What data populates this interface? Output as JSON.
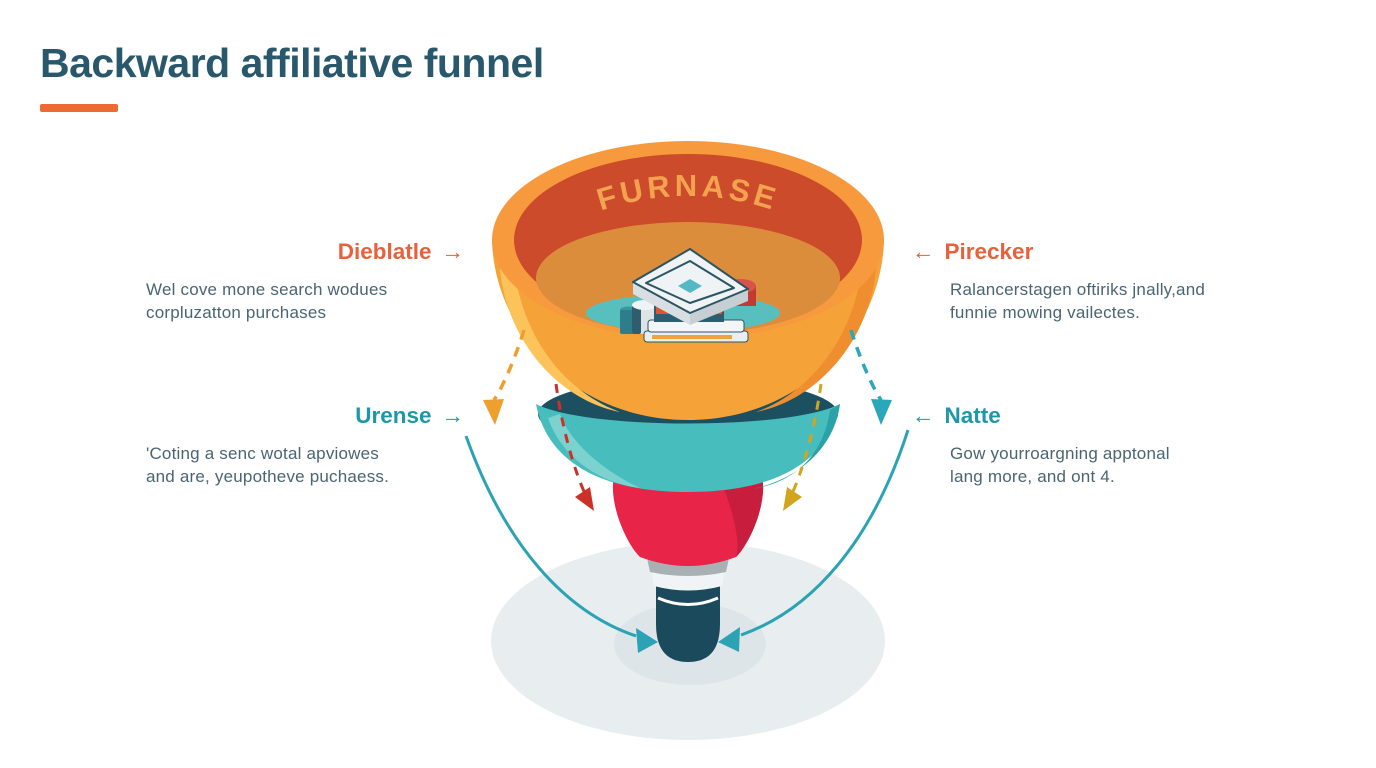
{
  "header": {
    "title": "Backward affiliative funnel",
    "title_color": "#29586C",
    "accent_bar_color": "#EE6A33"
  },
  "funnel": {
    "label": "FURNASE",
    "colors": {
      "bowl_orange": "#F5A238",
      "bowl_rim": "#F79A3E",
      "inner_dark": "#CB4B2A",
      "inner_mid": "#DC8D3C",
      "pool_teal": "#58BFBF",
      "band_dark": "#1C4F60",
      "bowl_teal": "#47BDBE",
      "cone_red": "#E82449",
      "ring_gray": "#A9B0B4",
      "spout_dark": "#1C4A5D",
      "shadow": "#E8EDEF",
      "shadow_inner": "#DEE5E8",
      "label_color": "#F3A350"
    },
    "arrows": {
      "solid_teal": "#2BA3B5",
      "dashed_orange": "#EDA02F",
      "dashed_red": "#CC3128",
      "dashed_amber": "#D2A51F",
      "dashed_teal": "#2AA7B8"
    }
  },
  "callouts": [
    {
      "id": "dieblatle",
      "heading": "Dieblatle",
      "arrow": "→",
      "color": "#E8603C",
      "body": [
        "Wel cove mone search wodues",
        "corpluzatton purchases"
      ]
    },
    {
      "id": "pirecker",
      "heading": "Pirecker",
      "arrow": "←",
      "color": "#E8603C",
      "body": [
        "Ralancerstagen oftiriks jnally,and",
        "funnie mowing vailectes."
      ]
    },
    {
      "id": "urense",
      "heading": "Urense",
      "arrow": "→",
      "color": "#1E97A8",
      "body": [
        "'Coting a senc wotal apviowes",
        "and are, yeupotheve puchaess."
      ]
    },
    {
      "id": "natte",
      "heading": "Natte",
      "arrow": "←",
      "color": "#1E97A8",
      "body": [
        "Gow yourroargning apptonal",
        "lang more, and ont 4."
      ]
    }
  ]
}
